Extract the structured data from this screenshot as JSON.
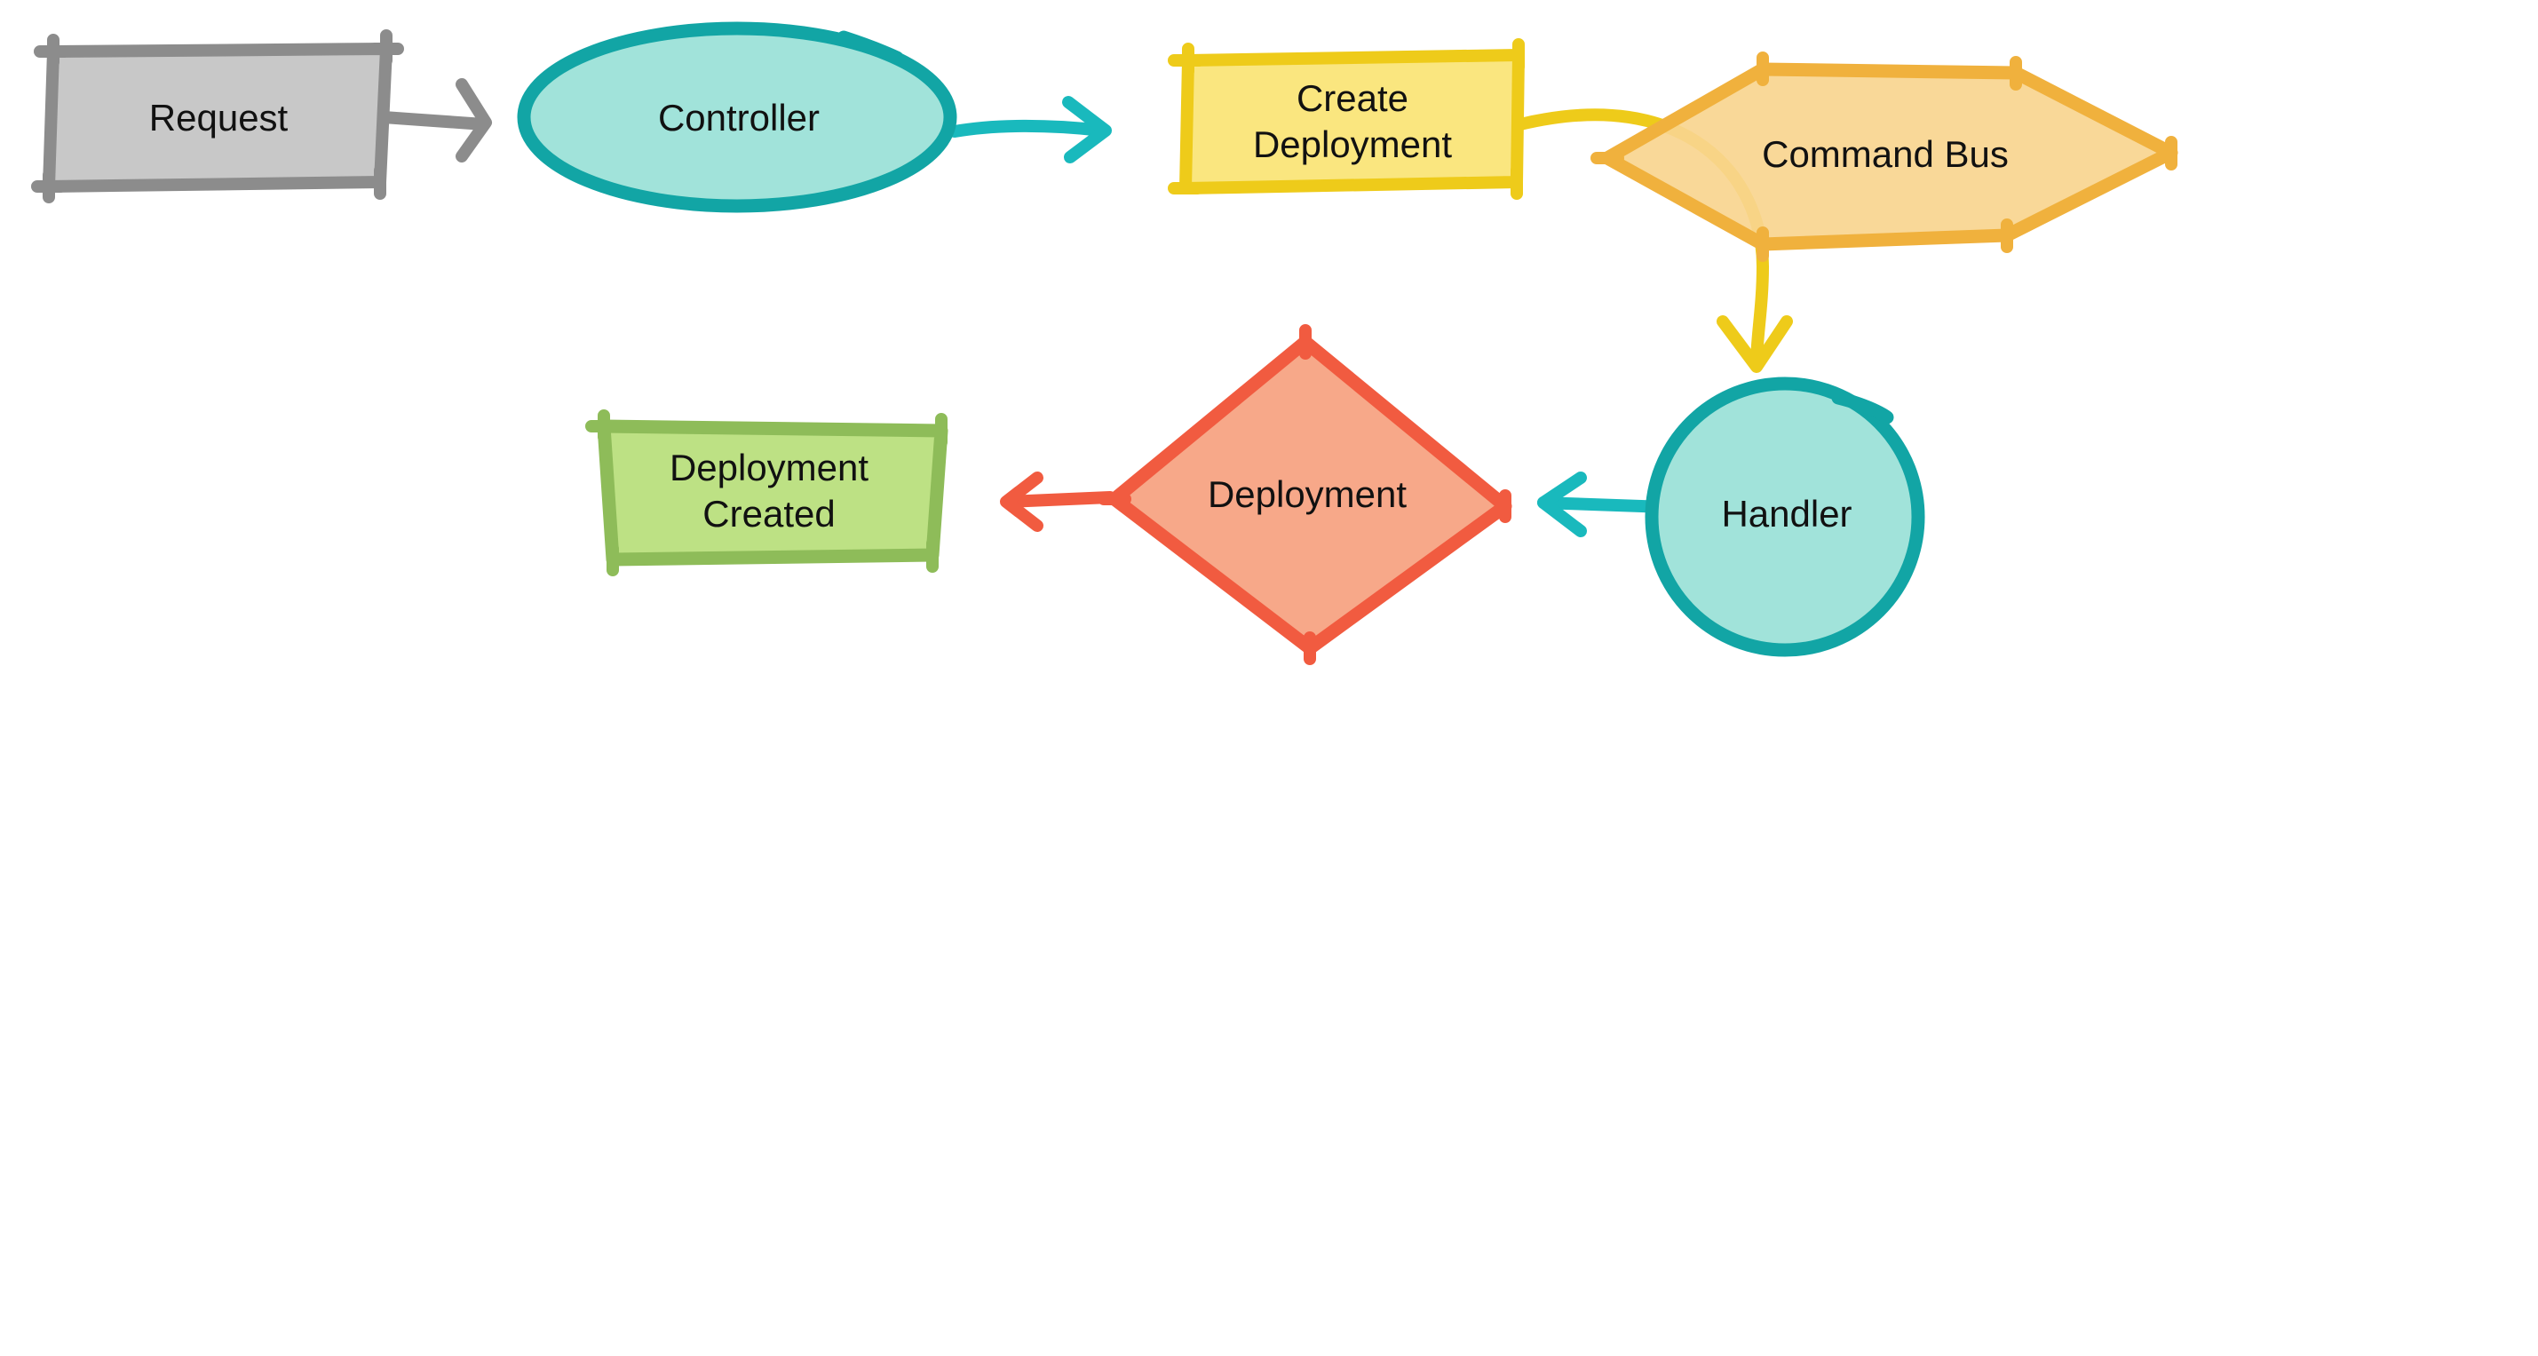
{
  "diagram": {
    "nodes": {
      "request": {
        "label": "Request",
        "shape": "rectangle",
        "fill": "#c8c8c8",
        "stroke": "#8c8c8c"
      },
      "controller": {
        "label": "Controller",
        "shape": "ellipse",
        "fill": "#a1e3da",
        "stroke": "#12a5a5"
      },
      "create_deployment": {
        "label_line1": "Create",
        "label_line2": "Deployment",
        "shape": "rectangle",
        "fill": "#fae67f",
        "stroke": "#eecb1a"
      },
      "command_bus": {
        "label": "Command Bus",
        "shape": "hexagon",
        "fill": "#f9d58f",
        "stroke": "#f0b13d"
      },
      "handler": {
        "label": "Handler",
        "shape": "circle",
        "fill": "#a1e3da",
        "stroke": "#12a5a5"
      },
      "deployment": {
        "label": "Deployment",
        "shape": "diamond",
        "fill": "#f7a889",
        "stroke": "#f15b40"
      },
      "deployment_created": {
        "label_line1": "Deployment",
        "label_line2": "Created",
        "shape": "rectangle",
        "fill": "#bde184",
        "stroke": "#8ebc59"
      }
    },
    "edges": [
      {
        "from": "Request",
        "to": "Controller",
        "color": "#8c8c8c"
      },
      {
        "from": "Controller",
        "to": "Create Deployment",
        "color": "#19b9bd"
      },
      {
        "from": "Create Deployment",
        "to": "Handler",
        "color": "#eecb1a"
      },
      {
        "from": "Handler",
        "to": "Deployment",
        "color": "#19b9bd"
      },
      {
        "from": "Deployment",
        "to": "Deployment Created",
        "color": "#f15b40"
      }
    ]
  }
}
